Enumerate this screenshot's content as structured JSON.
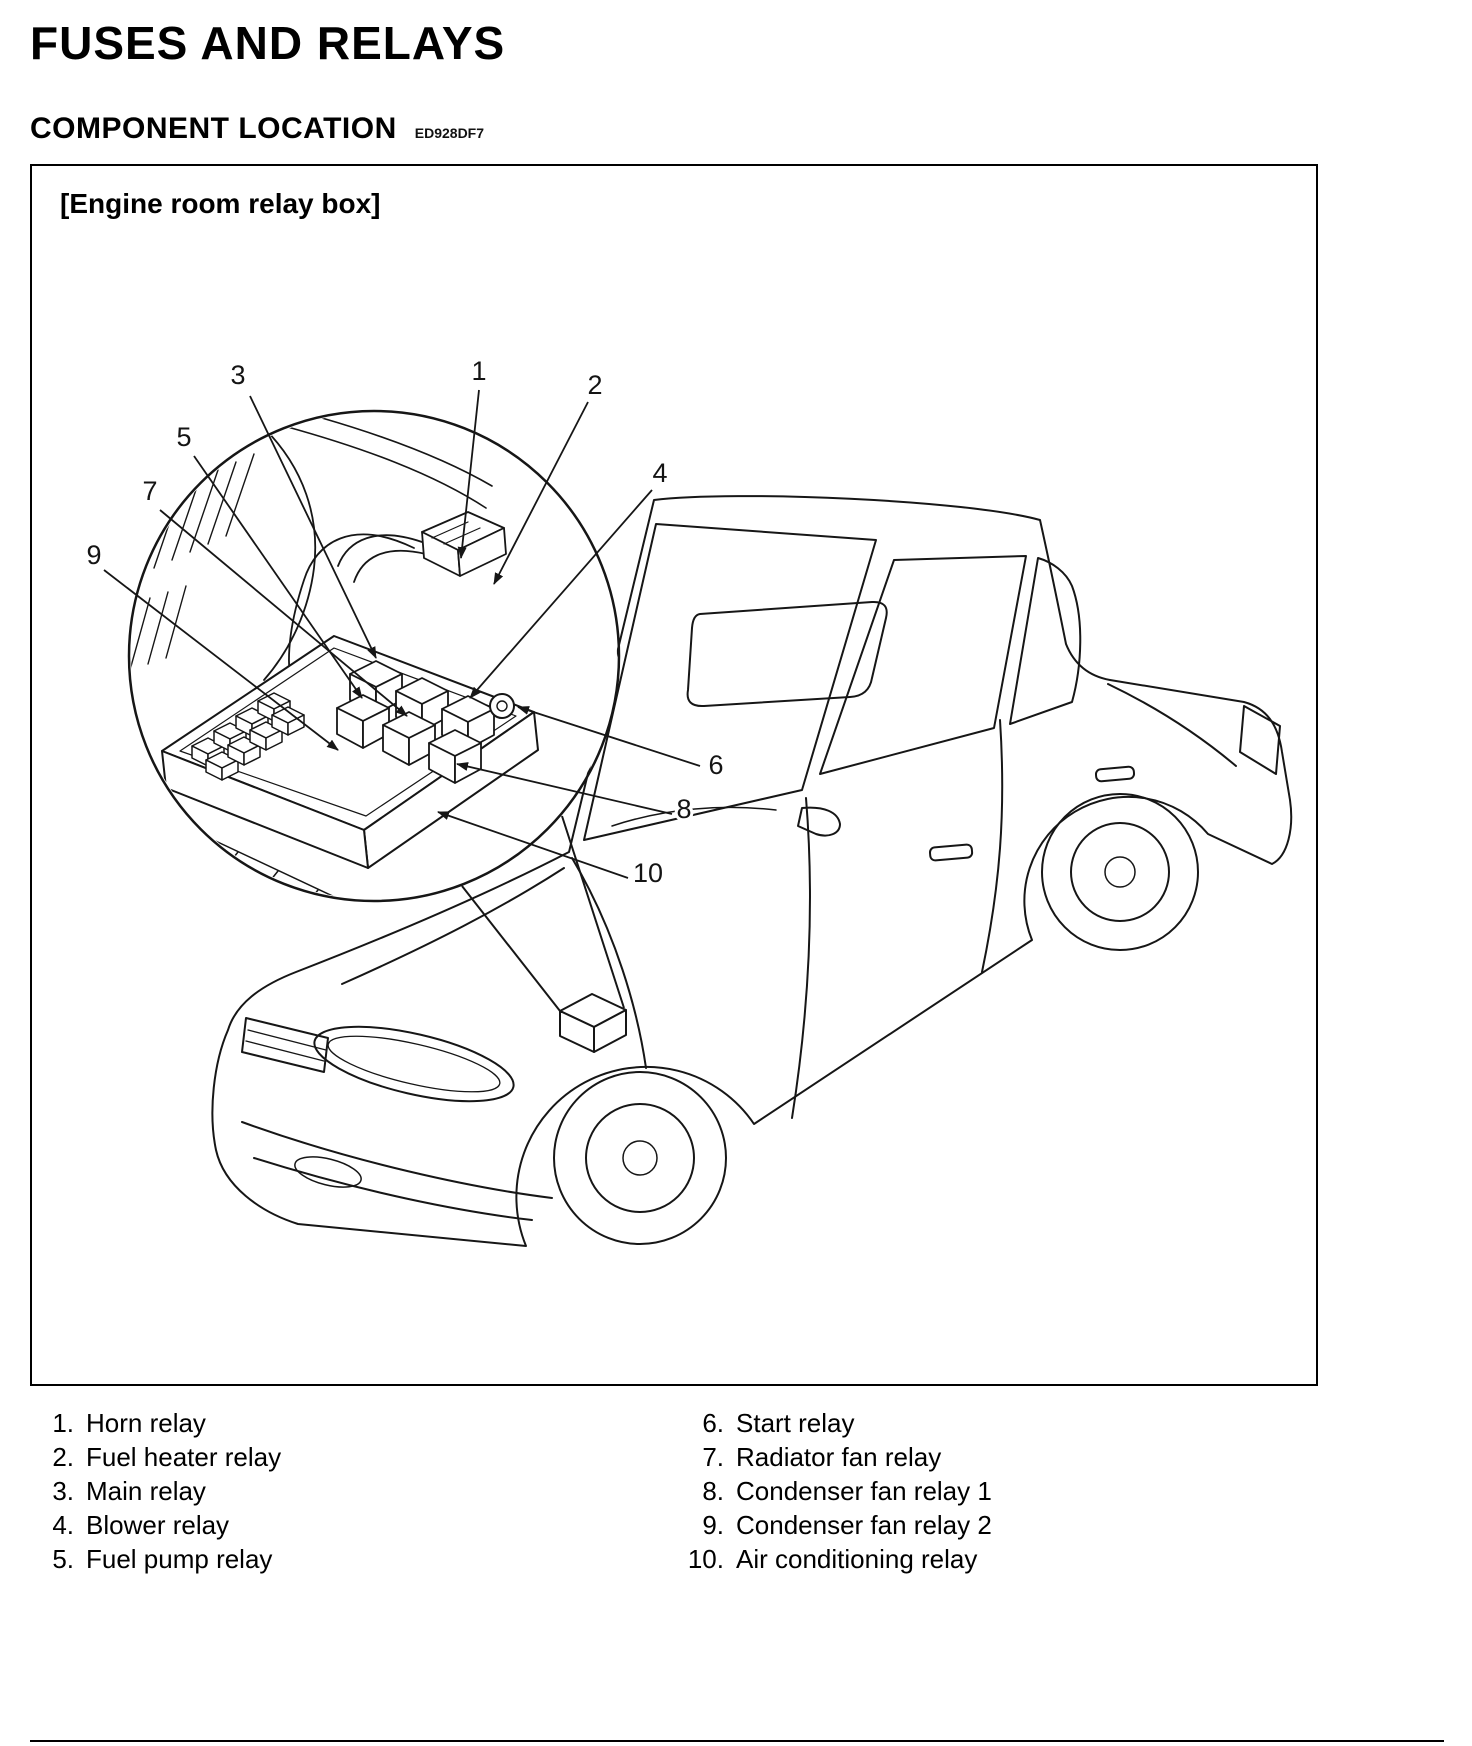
{
  "page": {
    "title": "FUSES AND RELAYS",
    "section": {
      "heading": "COMPONENT LOCATION",
      "code": "ED928DF7"
    }
  },
  "figure": {
    "label": "[Engine room relay box]",
    "callouts": [
      "1",
      "2",
      "3",
      "4",
      "5",
      "6",
      "7",
      "8",
      "9",
      "10"
    ]
  },
  "legend": {
    "left": [
      {
        "num": "1.",
        "label": "Horn relay"
      },
      {
        "num": "2.",
        "label": "Fuel heater relay"
      },
      {
        "num": "3.",
        "label": "Main relay"
      },
      {
        "num": "4.",
        "label": "Blower relay"
      },
      {
        "num": "5.",
        "label": "Fuel pump relay"
      }
    ],
    "right": [
      {
        "num": "6.",
        "label": "Start relay"
      },
      {
        "num": "7.",
        "label": "Radiator fan relay"
      },
      {
        "num": "8.",
        "label": "Condenser fan relay 1"
      },
      {
        "num": "9.",
        "label": "Condenser fan relay 2"
      },
      {
        "num": "10.",
        "label": "Air conditioning relay"
      }
    ]
  }
}
